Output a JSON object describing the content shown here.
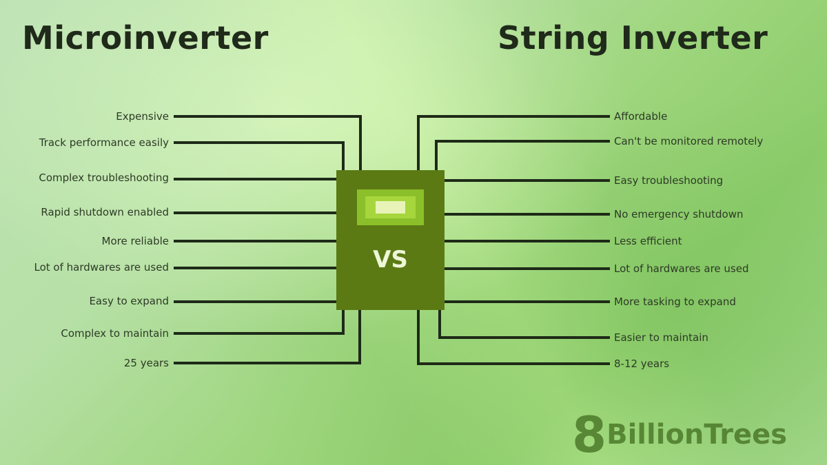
{
  "left": {
    "title": "Microinverter",
    "items": [
      "Expensive",
      "Track performance easily",
      "Complex troubleshooting",
      "Rapid shutdown enabled",
      "More reliable",
      "Lot of hardwares are used",
      "Easy to expand",
      "Complex to maintain",
      "25 years"
    ]
  },
  "right": {
    "title": "String Inverter",
    "items": [
      "Affordable",
      "Can't be monitored remotely",
      "Easy troubleshooting",
      "No emergency shutdown",
      "Less efficient",
      "Lot of hardwares are used",
      "More tasking to expand",
      "Easier to maintain",
      "8-12 years"
    ]
  },
  "center": {
    "label": "VS"
  },
  "logo": {
    "mark": "8",
    "name": "BillionTrees"
  },
  "colors": {
    "box": "#5b7a14",
    "line": "#1e2a18",
    "title": "#1f2a1a"
  }
}
